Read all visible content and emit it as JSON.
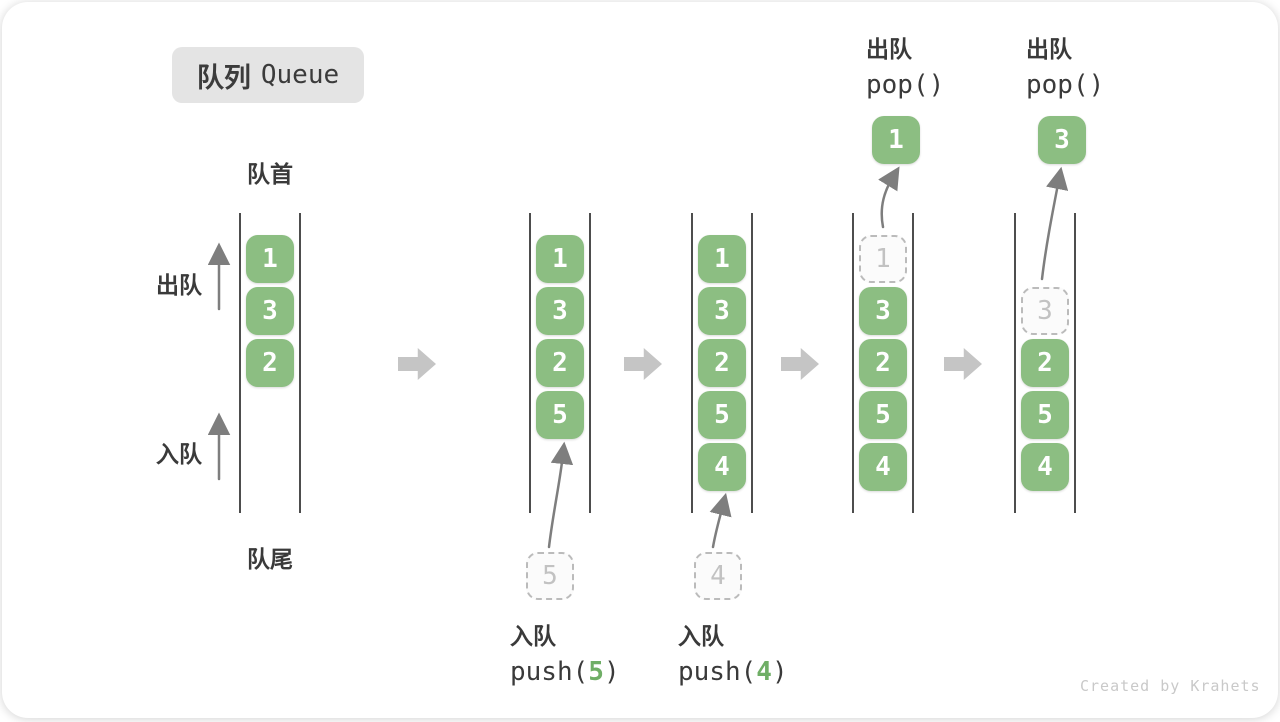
{
  "title": {
    "zh": "队列",
    "en": "Queue"
  },
  "labels": {
    "front": "队首",
    "rear": "队尾",
    "dequeue": "出队",
    "enqueue": "入队"
  },
  "operations": {
    "push5": {
      "label": "入队",
      "fn_open": "push(",
      "arg": "5",
      "fn_close": ")"
    },
    "push4": {
      "label": "入队",
      "fn_open": "push(",
      "arg": "4",
      "fn_close": ")"
    },
    "pop1": {
      "label": "出队",
      "fn": "pop()",
      "result": "1"
    },
    "pop3": {
      "label": "出队",
      "fn": "pop()",
      "result": "3"
    }
  },
  "columns": [
    {
      "slots": [
        {
          "v": "1"
        },
        {
          "v": "3"
        },
        {
          "v": "2"
        }
      ]
    },
    {
      "slots": [
        {
          "v": "1"
        },
        {
          "v": "3"
        },
        {
          "v": "2"
        },
        {
          "v": "5"
        }
      ]
    },
    {
      "slots": [
        {
          "v": "1"
        },
        {
          "v": "3"
        },
        {
          "v": "2"
        },
        {
          "v": "5"
        },
        {
          "v": "4"
        }
      ]
    },
    {
      "slots": [
        {
          "v": "1"
        },
        {
          "v": "3"
        },
        {
          "v": "2"
        },
        {
          "v": "5"
        },
        {
          "v": "4"
        }
      ]
    },
    {
      "slots": [
        {
          "v": "3"
        },
        {
          "v": "2"
        },
        {
          "v": "5"
        },
        {
          "v": "4"
        }
      ]
    }
  ],
  "colors": {
    "element_green": "#8cbe82",
    "code_arg_green": "#6fae66",
    "tube_line": "#4d4d4d",
    "block_arrow_gray": "#c5c5c5"
  },
  "watermark": "Created by Krahets"
}
